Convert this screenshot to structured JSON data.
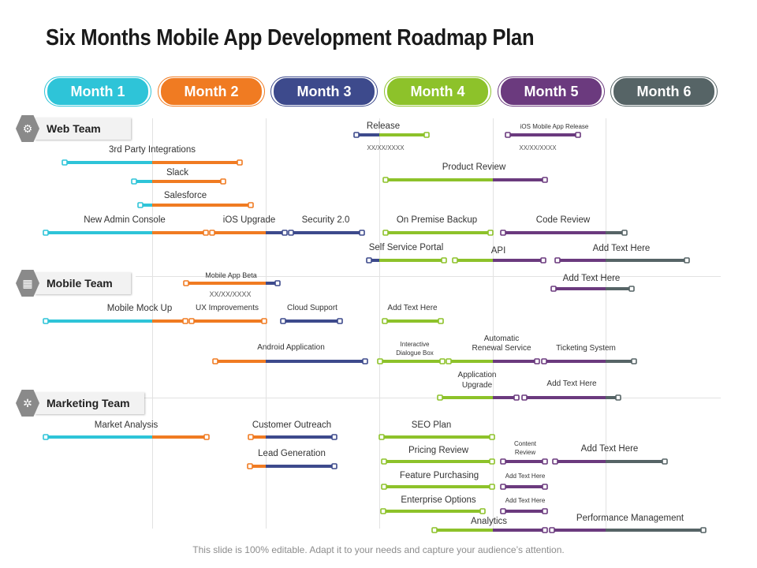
{
  "title": "Six Months Mobile App Development Roadmap Plan",
  "colors": {
    "m1": "#2ec4d8",
    "m2": "#f07b22",
    "m3": "#3d4a8c",
    "m4": "#8dc22a",
    "m5": "#6b3a7e",
    "m6": "#566466"
  },
  "months": [
    "Month 1",
    "Month 2",
    "Month 3",
    "Month 4",
    "Month 5",
    "Month 6"
  ],
  "teams": {
    "web": "Web Team",
    "mobile": "Mobile Team",
    "marketing": "Marketing Team"
  },
  "team_icons": {
    "web": "gear-head-icon",
    "mobile": "devices-icon",
    "marketing": "network-icon"
  },
  "labels": {
    "release": "Release",
    "release_date": "XX/XX/XXXX",
    "ios_release": "iOS Mobile App Release",
    "ios_release_date": "XX/XX/XXXX",
    "third_party": "3rd Party Integrations",
    "product_review": "Product Review",
    "slack": "Slack",
    "salesforce": "Salesforce",
    "admin_console": "New Admin Console",
    "ios_upgrade": "iOS Upgrade",
    "security": "Security 2.0",
    "premise_backup": "On Premise Backup",
    "code_review": "Code Review",
    "self_service": "Self Service Portal",
    "api": "API",
    "add_text_1": "Add Text Here",
    "mobile_beta": "Mobile App Beta",
    "mobile_beta_date": "XX/XX/XXXX",
    "add_text_2": "Add Text Here",
    "mock_up": "Mobile Mock Up",
    "ux": "UX Improvements",
    "cloud": "Cloud Support",
    "add_text_3": "Add Text Here",
    "android": "Android Application",
    "dialogue_1": "Interactive",
    "dialogue_2": "Dialogue Box",
    "renewal_1": "Automatic",
    "renewal_2": "Renewal Service",
    "ticketing": "Ticketing System",
    "app_upgrade_1": "Application",
    "app_upgrade_2": "Upgrade",
    "add_text_4": "Add Text Here",
    "market_analysis": "Market Analysis",
    "outreach": "Customer Outreach",
    "seo": "SEO Plan",
    "content_1": "Content",
    "content_2": "Review",
    "pricing": "Pricing Review",
    "add_text_5": "Add Text Here",
    "lead_gen": "Lead Generation",
    "feature": "Feature Purchasing",
    "add_text_6": "Add Text Here",
    "enterprise": "Enterprise Options",
    "add_text_7": "Add Text Here",
    "analytics": "Analytics",
    "performance": "Performance Management"
  },
  "footer": "This slide is 100% editable. Adapt it to your needs and capture your audience’s attention."
}
